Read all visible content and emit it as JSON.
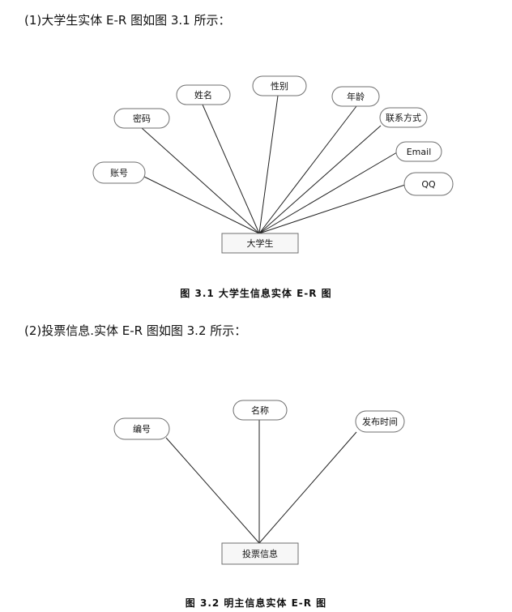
{
  "sections": [
    {
      "heading": "(1)大学生实体 E-R 图如图 3.1 所示：",
      "caption": "图 3.1 大学生信息实体 E-R 图",
      "entity": "大学生",
      "attributes": [
        "账号",
        "密码",
        "姓名",
        "性别",
        "年龄",
        "联系方式",
        "Email",
        "QQ"
      ]
    },
    {
      "heading": "(2)投票信息.实体 E-R 图如图 3.2 所示：",
      "caption": "图 3.2 明主信息实体 E-R 图",
      "entity": "投票信息",
      "attributes": [
        "编号",
        "名称",
        "发布时间"
      ]
    }
  ]
}
